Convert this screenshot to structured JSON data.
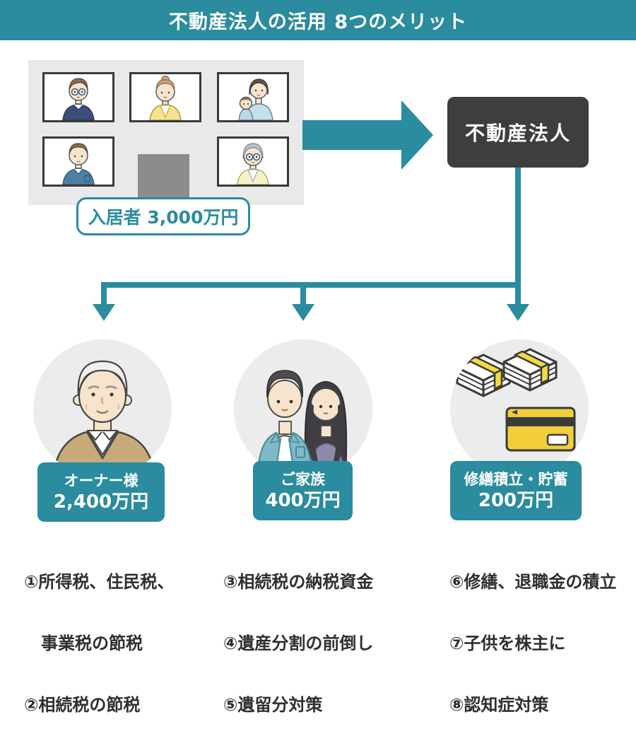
{
  "header": {
    "title": "不動産法人の活用 8つのメリット"
  },
  "source": {
    "tenant_label": "入居者 3,000万円"
  },
  "corporation": {
    "label": "不動産法人"
  },
  "branches": [
    {
      "name": "オーナー様",
      "amount": "2,400万円",
      "items": [
        "①所得税、住民税、",
        "　事業税の節税",
        "②相続税の節税"
      ]
    },
    {
      "name": "ご家族",
      "amount": "400万円",
      "items": [
        "③相続税の納税資金",
        "④遺産分割の前倒し",
        "⑤遺留分対策"
      ]
    },
    {
      "name": "修繕積立・貯蓄",
      "amount": "200万円",
      "items": [
        "⑥修繕、退職金の積立",
        "⑦子供を株主に",
        "⑧認知症対策"
      ]
    }
  ],
  "icons": {
    "circle1": "elderly-owner-illustration",
    "circle2": "family-couple-illustration",
    "circle3": "money-stacks-and-credit-card-illustration"
  },
  "colors": {
    "accent": "#2a8c9e",
    "corp": "#3e3e3e",
    "text": "#2f2f2f",
    "card_yellow": "#f1ce3a",
    "band_yellow": "#f6d93e"
  }
}
